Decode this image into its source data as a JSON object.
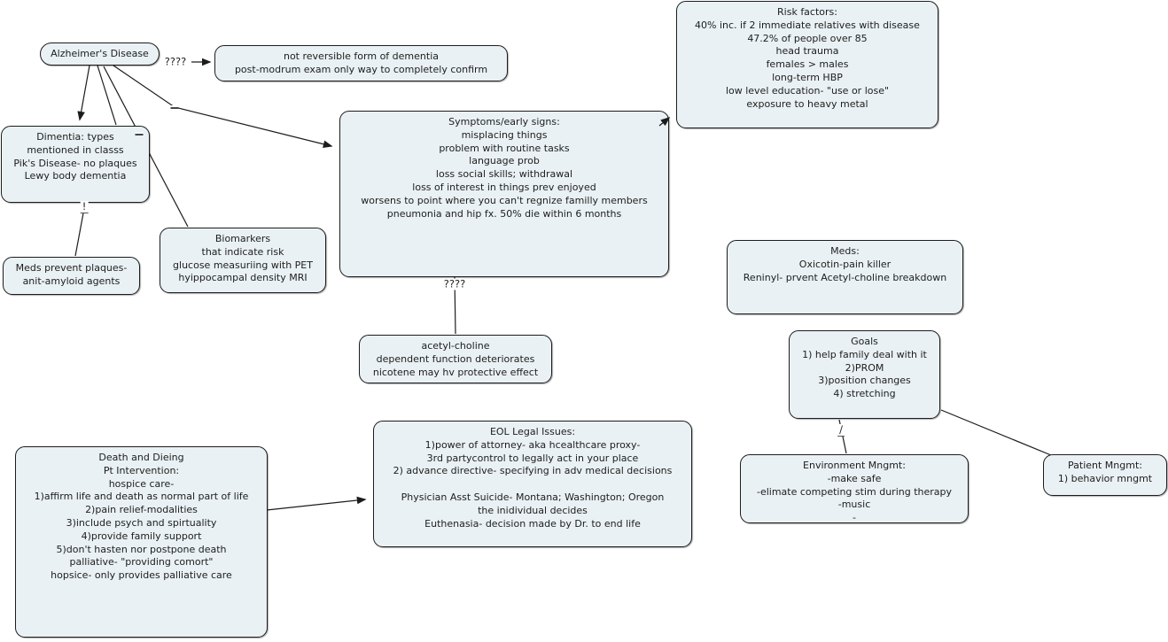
{
  "colors": {
    "background": "#ffffff",
    "node_fill": "#eaf1f4",
    "node_border": "#1c1c1c",
    "line": "#1c1c1c",
    "text": "#1d1d1d"
  },
  "nodes": {
    "alzheimers": {
      "text": "Alzheimer's Disease"
    },
    "not_reversible": {
      "text": "not reversible form of dementia\npost-modrum exam only way to completely confirm"
    },
    "dementia_types": {
      "text": "Dimentia: types\nmentioned in classs\nPik's Disease- no plaques\nLewy body dementia"
    },
    "meds_prevent_plaques": {
      "text": "Meds prevent plaques-\nanit-amyloid agents"
    },
    "biomarkers": {
      "text": "Biomarkers\nthat indicate risk\nglucose measuriing with PET\nhyippocampal density MRI"
    },
    "symptoms": {
      "text": "Symptoms/early signs:\nmisplacing things\nproblem with routine tasks\nlanguage prob\nloss social skills; withdrawal\nloss of interest in things prev enjoyed\nworsens to point where you can't regnize familly members\npneumonia and hip fx. 50% die within 6 months"
    },
    "risk_factors": {
      "text": "Risk factors:\n40% inc. if 2 immediate relatives with disease\n47.2% of people over 85\nhead trauma\nfemales > males\nlong-term HBP\nlow level education- \"use or lose\"\nexposure to heavy metal"
    },
    "meds": {
      "text": "Meds:\nOxicotin-pain killer\nReninyl- prvent Acetyl-choline breakdown"
    },
    "goals": {
      "text": "Goals\n1) help family deal with it\n2)PROM\n3)position changes\n4) stretching"
    },
    "acetyl_choline": {
      "text": "acetyl-choline\ndependent function deteriorates\nnicotene may hv protective effect"
    },
    "eol_legal": {
      "text": "EOL Legal Issues:\n1)power of attorney- aka hcealthcare proxy-\n3rd partycontrol to legally act in your place\n2) advance directive- specifying in adv medical decisions\n\nPhysician Asst Suicide- Montana; Washington; Oregon\nthe inidividual decides\nEuthenasia- decision made by Dr. to end life"
    },
    "death_dying": {
      "text": "Death and Dieing\nPt Intervention:\nhospice care-\n1)affirm life and death as normal part of life\n2)pain relief-modalities\n3)include psych and spirtuality\n4)provide family support\n5)don't hasten nor postpone death\npalliative- \"providing comort\"\nhopsice- only provides palliative care"
    },
    "environment_mngmt": {
      "text": "Environment Mngmt:\n-make safe\n-elimate competing stim during therapy\n-music\n-"
    },
    "patient_mngmt": {
      "text": "Patient Mngmt:\n1) behavior mngmt"
    }
  },
  "link_labels": {
    "question_alzheimers": "????",
    "question_symptoms": "????",
    "exclamation": "!",
    "slash": "/"
  }
}
